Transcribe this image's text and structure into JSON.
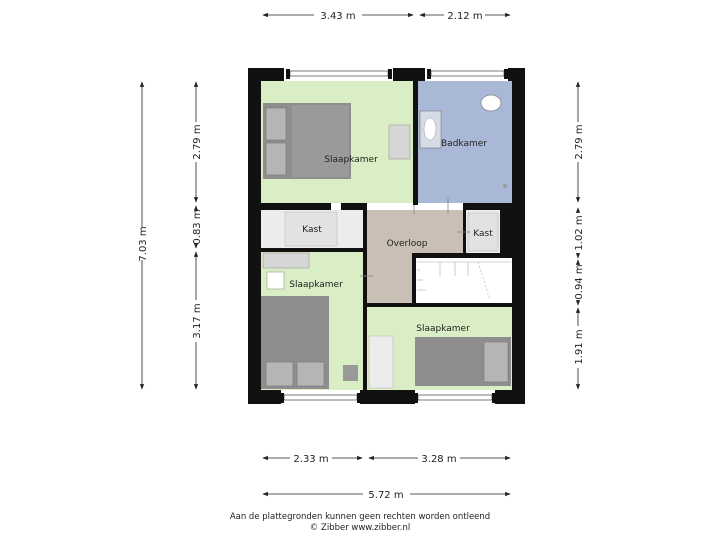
{
  "dimensions": {
    "top_left": "3.43 m",
    "top_right": "2.12 m",
    "bottom_left": "2.33 m",
    "bottom_right": "3.28 m",
    "bottom_total": "5.72 m",
    "left_total": "7.03 m",
    "left_top": "2.79 m",
    "left_mid": "0.83 m",
    "left_bottom": "3.17 m",
    "right_top": "2.79 m",
    "right_mid": "1.02 m",
    "right_lower": "0.94 m",
    "right_bottom": "1.91 m"
  },
  "rooms": {
    "slaapkamer_top": "Slaapkamer",
    "badkamer": "Badkamer",
    "kast_left": "Kast",
    "overloop": "Overloop",
    "kast_right": "Kast",
    "slaapkamer_left": "Slaapkamer",
    "slaapkamer_right": "Slaapkamer"
  },
  "colors": {
    "bedroom": "#d9eec4",
    "bathroom": "#a8b8d6",
    "landing": "#c9bfb4",
    "storage": "#ececec",
    "wall": "#111111",
    "furniture": "#8e8e8e"
  },
  "footer": {
    "line1": "Aan de plattegronden kunnen geen rechten worden ontleend",
    "line2": "© Zibber www.zibber.nl"
  }
}
